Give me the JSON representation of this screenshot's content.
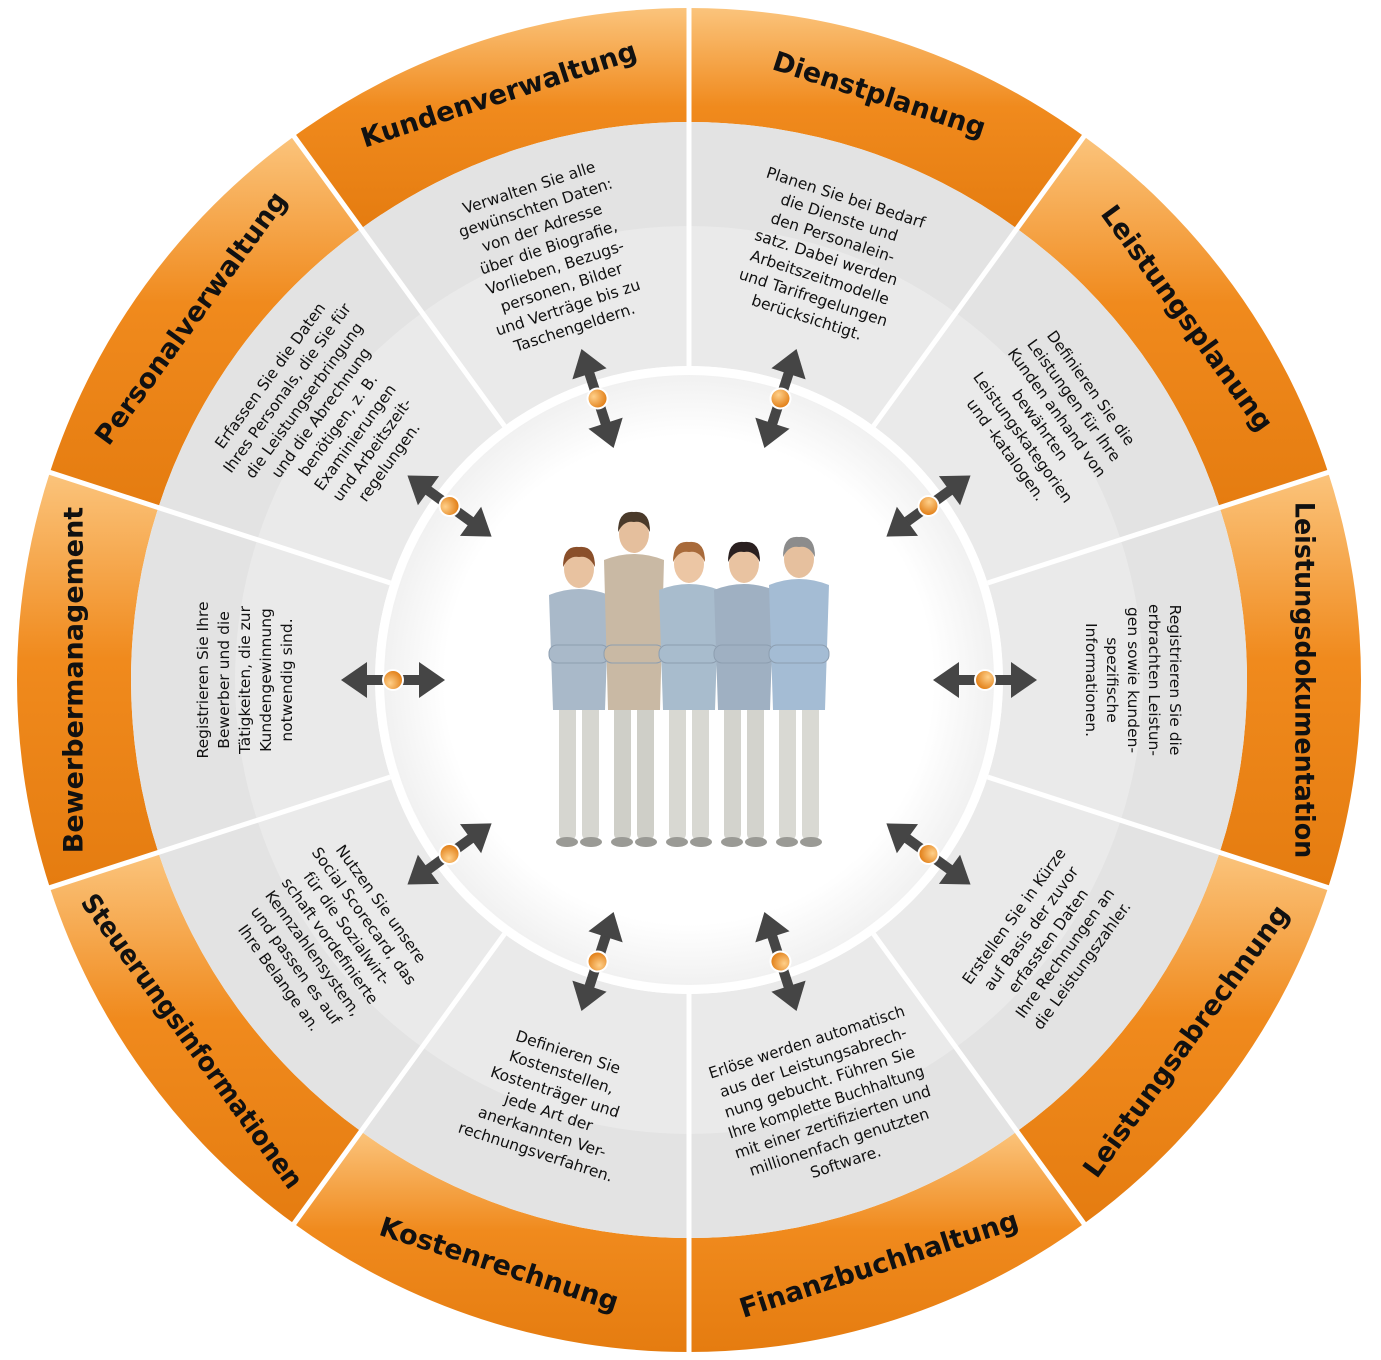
{
  "colors": {
    "ring_orange": "#f08a1d",
    "ring_orange_light": "#fbc37a",
    "segment_gray": "#e3e3e3",
    "divider_white": "#ffffff",
    "arrow_dark": "#454545",
    "dot_orange": "#f5a030"
  },
  "center_image": {
    "icon": "people-group-photo",
    "description": ""
  },
  "segments": [
    {
      "title": "Dienstplanung",
      "lines": [
        "Planen Sie bei Bedarf",
        "die Dienste und",
        "den Personalein-",
        "satz. Dabei werden",
        "Arbeitszeitmodelle",
        "und Tarifregelungen",
        "berücksichtigt."
      ]
    },
    {
      "title": "Leistungsplanung",
      "lines": [
        "Definieren Sie die",
        "Leistungen für Ihre",
        "Kunden anhand von",
        "bewährten",
        "Leistungskategorien",
        "und -katalogen."
      ]
    },
    {
      "title": "Leistungsdokumentation",
      "lines": [
        "Registrieren Sie die",
        "erbrachten Leistun-",
        "gen sowie kunden-",
        "spezifische",
        "Informationen."
      ]
    },
    {
      "title": "Leistungsabrechnung",
      "lines": [
        "Erstellen Sie in Kürze",
        "auf Basis der zuvor",
        "erfassten Daten",
        "Ihre Rechnungen an",
        "die Leistungszahler."
      ]
    },
    {
      "title": "Finanzbuchhaltung",
      "lines": [
        "Erlöse werden automatisch",
        "aus der Leistungsabrech-",
        "nung gebucht. Führen Sie",
        "Ihre komplette Buchhaltung",
        "mit einer zertifizierten und",
        "millionenfach genutzten",
        "Software."
      ]
    },
    {
      "title": "Kostenrechnung",
      "lines": [
        "Definieren Sie",
        "Kostenstellen,",
        "Kostenträger und",
        "jede Art der",
        "anerkannten Ver-",
        "rechnungsverfahren."
      ]
    },
    {
      "title": "Steuerungsinformationen",
      "lines": [
        "Nutzen Sie unsere",
        "Social Scorecard, das",
        "für die Sozialwirt-",
        "schaft vordefinierte",
        "Kennzahlensystem,",
        "und passen es auf",
        "Ihre Belange an."
      ]
    },
    {
      "title": "Bewerbermanagement",
      "lines": [
        "Registrieren Sie Ihre",
        "Bewerber und die",
        "Tätigkeiten, die zur",
        "Kundengewinnung",
        "notwendig sind."
      ]
    },
    {
      "title": "Personalverwaltung",
      "lines": [
        "Erfassen Sie die Daten",
        "Ihres Personals, die Sie für",
        "die Leistungserbringung",
        "und die Abrechnung",
        "benötigen, z. B.",
        "Examinierungen",
        "und Arbeitszeit-",
        "regelungen."
      ]
    },
    {
      "title": "Kundenverwaltung",
      "lines": [
        "Verwalten Sie alle",
        "gewünschten Daten:",
        "von der Adresse",
        "über die Biografie,",
        "Vorlieben, Bezugs-",
        "personen, Bilder",
        "und Verträge bis zu",
        "Taschengeldern."
      ]
    }
  ]
}
